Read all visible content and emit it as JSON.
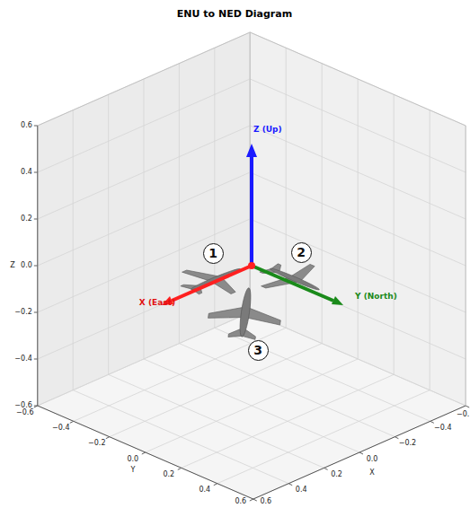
{
  "diagram": {
    "title": "ENU to NED Diagram",
    "nodes": [
      {
        "text": [
          "1"
        ]
      },
      {
        "text": [
          "2"
        ]
      },
      {
        "text": [
          "3"
        ]
      }
    ],
    "labels": [
      "Z (Up)",
      "X (East)",
      "Y (North)",
      "0.6",
      "0.4",
      "0.2",
      "0.0",
      "−0.2",
      "−0.4",
      "−0.6",
      "Z",
      "−0.6",
      "−0.4",
      "−0.2",
      "0.0",
      "0.2",
      "0.4",
      "0.6",
      "Y",
      "0.6",
      "0.4",
      "0.2",
      "0.0",
      "−0.2",
      "−0.4",
      "−0.",
      "X"
    ]
  }
}
